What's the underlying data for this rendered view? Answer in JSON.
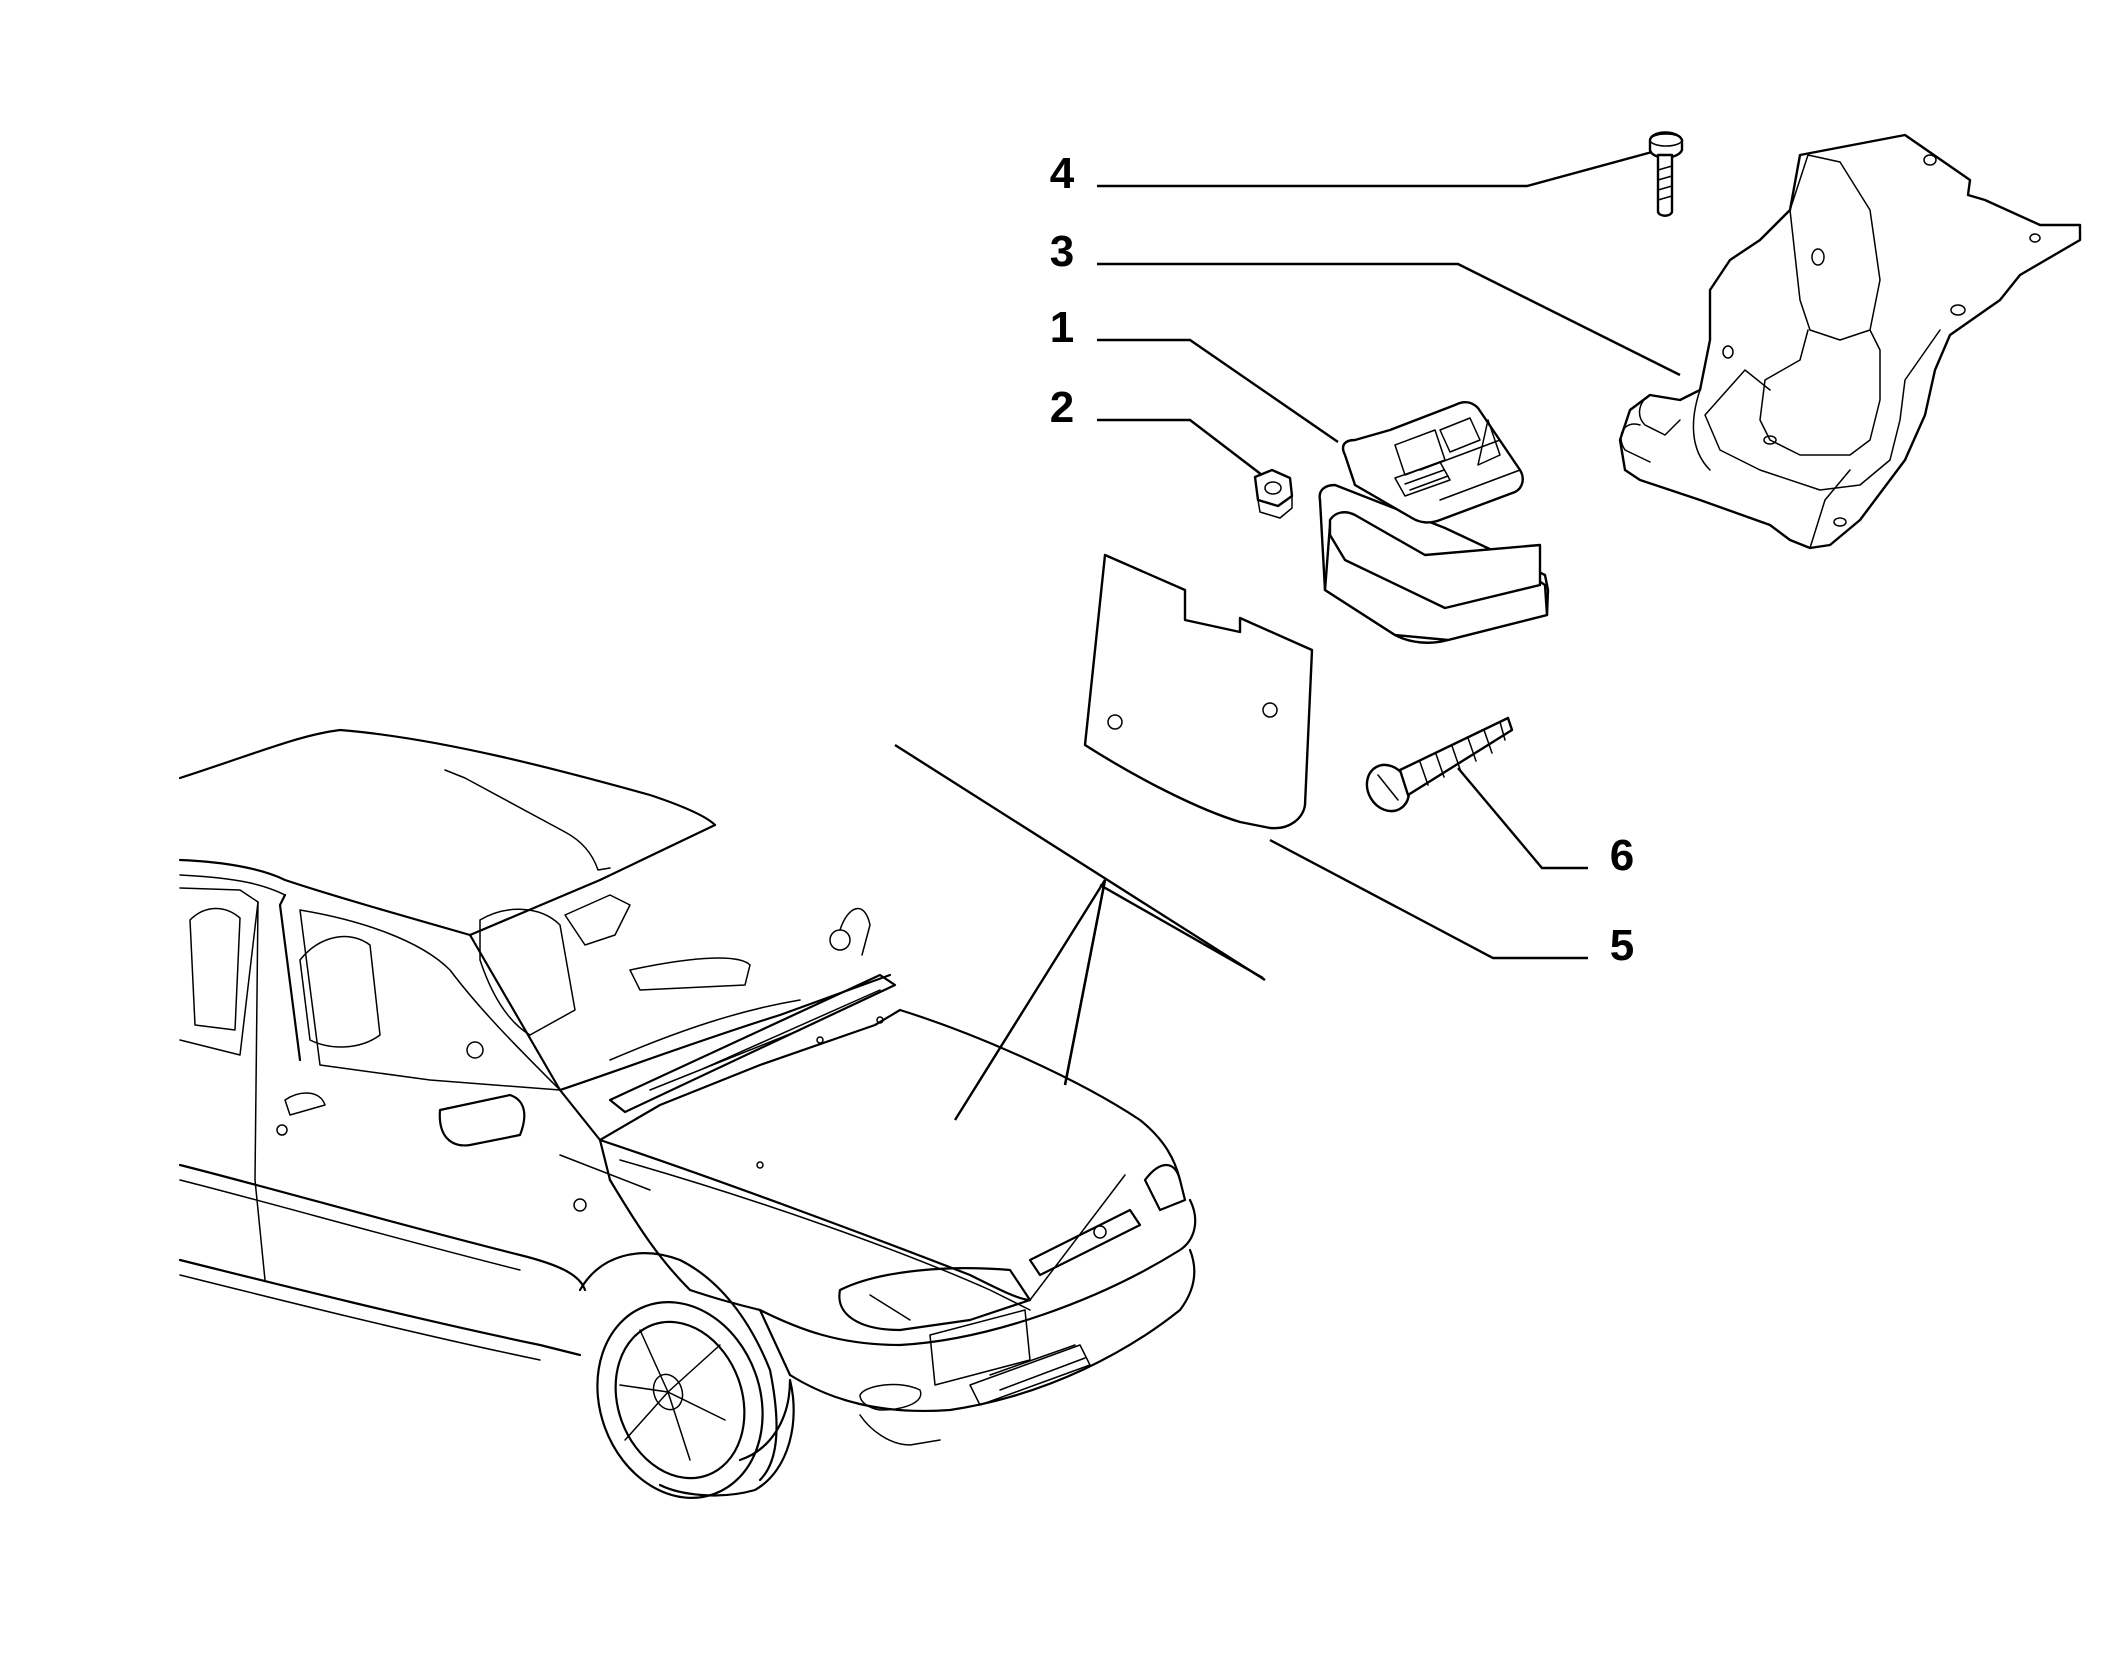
{
  "callouts": [
    {
      "id": "c4",
      "label": "4"
    },
    {
      "id": "c3",
      "label": "3"
    },
    {
      "id": "c1",
      "label": "1"
    },
    {
      "id": "c2",
      "label": "2"
    },
    {
      "id": "c6",
      "label": "6"
    },
    {
      "id": "c5",
      "label": "5"
    }
  ],
  "colors": {
    "line": "#000000",
    "background": "#ffffff"
  }
}
